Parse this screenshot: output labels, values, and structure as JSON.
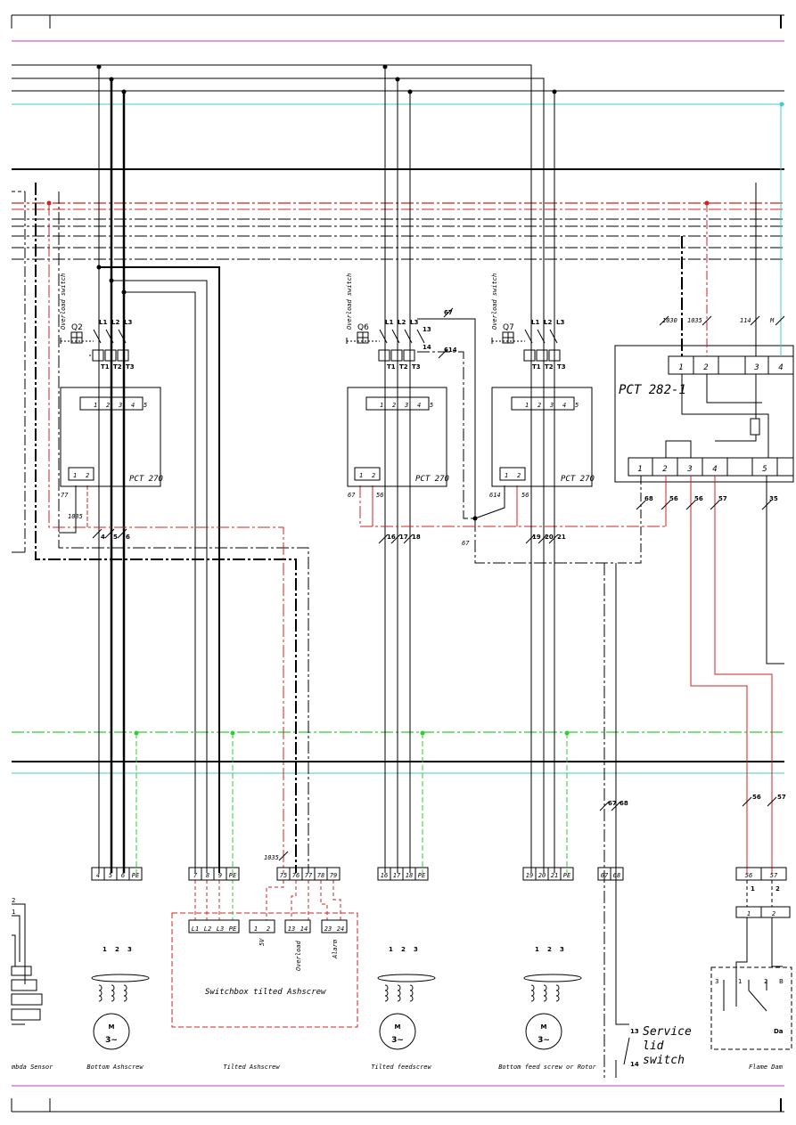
{
  "drives": [
    {
      "id": "bottom_ashscrew",
      "caption": "Bottom Ashscrew",
      "switch_code": "Q2",
      "overload_label": "Overload switch",
      "relay": "PCT 270",
      "relay_terminals": [
        "1",
        "2",
        "3",
        "4",
        "5"
      ],
      "aux_terminals": [
        "1",
        "2"
      ],
      "aux_wire_left": "77",
      "wires": [
        "4",
        "5",
        "6"
      ],
      "terminal_block": [
        "4",
        "5",
        "6",
        "PE"
      ],
      "motor_wires": [
        "1",
        "2",
        "3"
      ],
      "motor_symbol": "M",
      "motor_phase": "3~"
    },
    {
      "id": "tilted_feedscrew",
      "caption": "Tilted feedscrew",
      "switch_code": "Q6",
      "overload_label": "Overload switch",
      "relay": "PCT 270",
      "relay_terminals": [
        "1",
        "2",
        "3",
        "4",
        "5"
      ],
      "aux_terminals": [
        "1",
        "2"
      ],
      "aux_wire_left": "67",
      "aux_wire_right": "56",
      "wires": [
        "16",
        "17",
        "18"
      ],
      "terminal_block": [
        "16",
        "17",
        "18",
        "PE"
      ],
      "motor_wires": [
        "1",
        "2",
        "3"
      ],
      "motor_symbol": "M",
      "motor_phase": "3~"
    },
    {
      "id": "bottom_feed_rotor",
      "caption": "Bottom feed screw or Rotor",
      "switch_code": "Q7",
      "overload_label": "Overload switch",
      "relay": "PCT 270",
      "relay_terminals": [
        "1",
        "2",
        "3",
        "4",
        "5"
      ],
      "aux_terminals": [
        "1",
        "2"
      ],
      "aux_wire_left": "614",
      "aux_wire_right": "56",
      "wires": [
        "19",
        "20",
        "21"
      ],
      "terminal_block": [
        "19",
        "20",
        "21",
        "PE"
      ],
      "motor_wires": [
        "1",
        "2",
        "3"
      ],
      "motor_symbol": "M",
      "motor_phase": "3~"
    }
  ],
  "switch_poles": {
    "l": [
      "L1",
      "L2",
      "L3"
    ],
    "t": [
      "T1",
      "T2",
      "T3"
    ]
  },
  "q6_aux": {
    "top": "67",
    "bottom": "614",
    "c13": "13",
    "c14": "14"
  },
  "wire_1035": "1035",
  "wire_67_lower": "67",
  "tilted_ashscrew": {
    "caption": "Tilted Ashscrew",
    "terminal_block_a": [
      "7",
      "8",
      "9",
      "PE"
    ],
    "terminal_block_b": [
      "75",
      "76",
      "77",
      "78",
      "79"
    ],
    "box_title": "Switchbox tilted Ashscrew",
    "box_terminals_a": [
      "L1",
      "L2",
      "L3",
      "PE"
    ],
    "box_terminals_b": [
      "1",
      "2"
    ],
    "box_terminals_c": [
      "13",
      "14"
    ],
    "box_terminals_d": [
      "23",
      "24"
    ],
    "box_labels": [
      "5V",
      "Overload",
      "Alarm"
    ]
  },
  "pct282": {
    "title": "PCT 282-1",
    "top_terminals": [
      "1",
      "2",
      "",
      "3",
      "4"
    ],
    "bottom_terminals": [
      "1",
      "2",
      "3",
      "4",
      "",
      "5"
    ],
    "wire_labels_top": [
      "1030",
      "1035",
      "114",
      "M"
    ],
    "wire_labels_bottom": [
      "68",
      "56",
      "56",
      "57",
      "35"
    ]
  },
  "service_lid": {
    "wires": [
      "67",
      "68"
    ],
    "terminal_block": [
      "67",
      "68"
    ],
    "contact_top": "13",
    "contact_bottom": "14",
    "label": "Service lid switch"
  },
  "flame_damper": {
    "wires": [
      "56",
      "57"
    ],
    "terminal_block": [
      "56",
      "57"
    ],
    "small_wires": [
      "1",
      "2"
    ],
    "lower_terminals": [
      "1",
      "2"
    ],
    "caption": "Flame Dam",
    "text_1": "3",
    "text_2": "1",
    "text_3": "2",
    "text_4": "B",
    "text_5": "Da"
  },
  "lambda_sensor": {
    "caption": "mbda Sensor",
    "small_labels": [
      "2",
      "1"
    ]
  }
}
